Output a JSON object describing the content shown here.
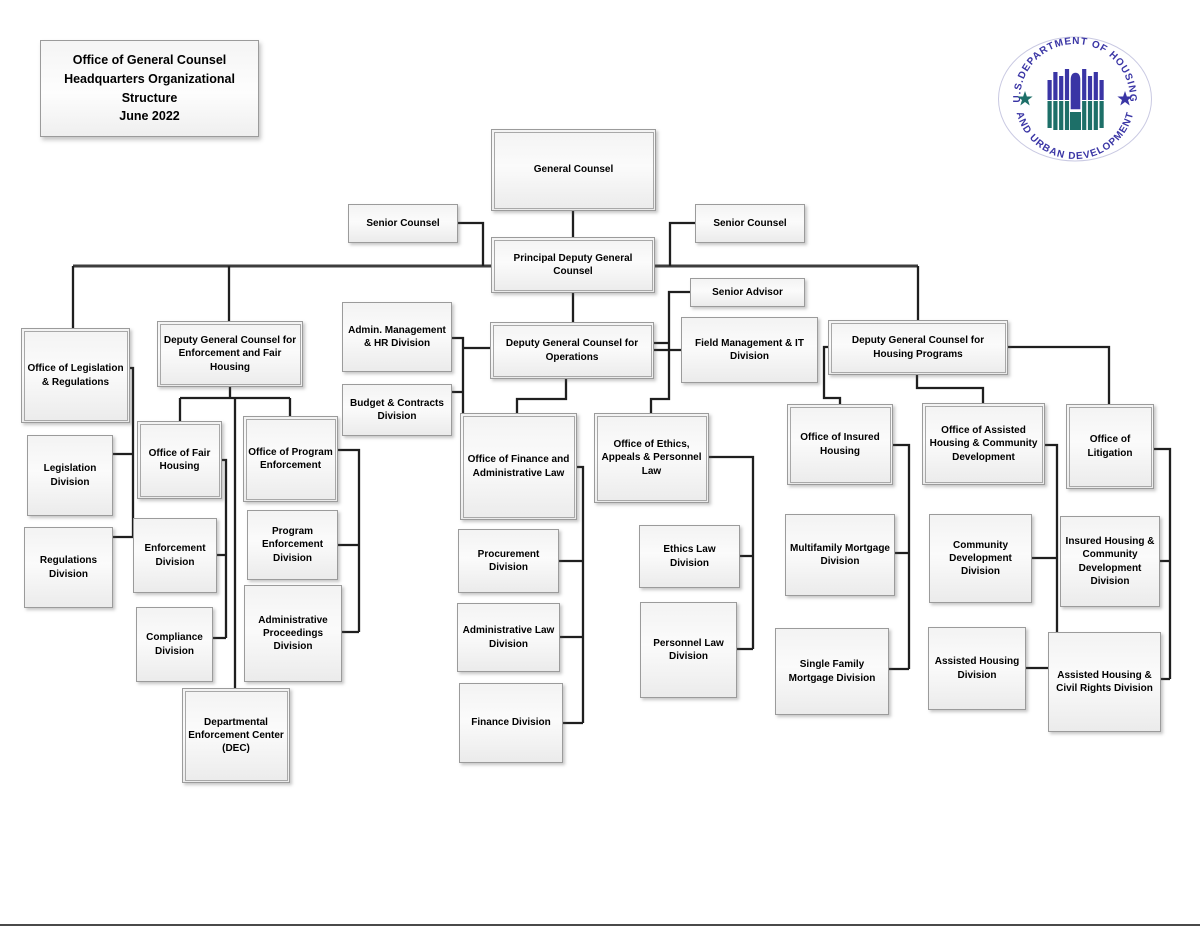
{
  "title": {
    "lines": [
      "Office of General Counsel",
      "Headquarters Organizational",
      "Structure",
      "June 2022"
    ]
  },
  "logo": {
    "top_text": "U.S.DEPARTMENT OF HOUSING",
    "bottom_text": "AND URBAN DEVELOPMENT",
    "navy": "#3a35a5",
    "teal": "#1d6f68"
  },
  "nodes": {
    "general_counsel": "General Counsel",
    "senior_counsel_left": "Senior Counsel",
    "senior_counsel_right": "Senior Counsel",
    "principal_deputy": "Principal Deputy General Counsel",
    "senior_advisor": "Senior Advisor",
    "dgc_enforcement": "Deputy General Counsel for Enforcement and Fair Housing",
    "admin_mgmt_hr": "Admin. Management & HR Division",
    "budget_contracts": "Budget & Contracts Division",
    "dgc_operations": "Deputy General Counsel for Operations",
    "field_mgmt_it": "Field Management & IT Division",
    "dgc_housing": "Deputy General Counsel for Housing Programs",
    "office_legislation": "Office of Legislation & Regulations",
    "legislation_div": "Legislation Division",
    "regulations_div": "Regulations Division",
    "office_fair_housing": "Office of Fair Housing",
    "enforcement_div": "Enforcement Division",
    "compliance_div": "Compliance Division",
    "office_program_enforcement": "Office of Program Enforcement",
    "program_enforcement_div": "Program Enforcement Division",
    "admin_proceedings_div": "Administrative Proceedings Division",
    "dec": "Departmental Enforcement Center (DEC)",
    "office_finance": "Office of Finance and Administrative Law",
    "procurement_div": "Procurement Division",
    "admin_law_div": "Administrative Law Division",
    "finance_div": "Finance Division",
    "office_ethics": "Office of Ethics, Appeals & Personnel Law",
    "ethics_law_div": "Ethics Law Division",
    "personnel_law_div": "Personnel Law Division",
    "office_insured_housing": "Office of Insured Housing",
    "multifamily_mortgage_div": "Multifamily Mortgage Division",
    "single_family_mortgage_div": "Single Family Mortgage Division",
    "office_assisted_housing": "Office of Assisted Housing & Community Development",
    "community_dev_div": "Community Development Division",
    "assisted_housing_div": "Assisted Housing Division",
    "office_litigation": "Office of Litigation",
    "insured_housing_cd_div": "Insured Housing & Community Development Division",
    "assisted_housing_cr_div": "Assisted Housing & Civil Rights Division"
  }
}
